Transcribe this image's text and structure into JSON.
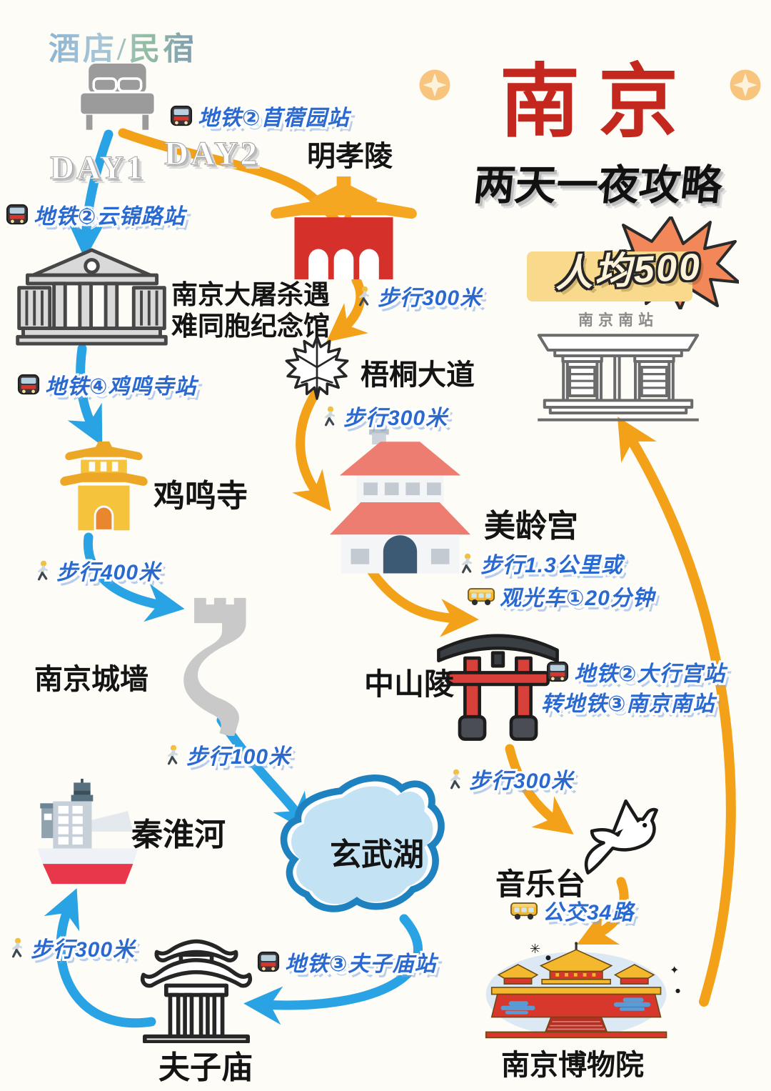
{
  "header": {
    "city": "南京",
    "subtitle": "两天一夜攻略",
    "budget_badge": "人均500"
  },
  "start": {
    "hotel_label": "酒店/民宿",
    "day1": "DAY1",
    "day2": "DAY2"
  },
  "spots": {
    "mingxiaoling": "明孝陵",
    "memorial_line1": "南京大屠杀遇",
    "memorial_line2": "难同胞纪念馆",
    "wutong": "梧桐大道",
    "jimingsi": "鸡鸣寺",
    "meilinggong": "美龄宫",
    "chengqiang": "南京城墙",
    "zhongshanling": "中山陵",
    "xuanwuhu": "玄武湖",
    "qinhuaihe": "秦淮河",
    "yinyuetai": "音乐台",
    "fuzimiao": "夫子庙",
    "bowuyuan": "南京博物院",
    "nanjing_south_station": "南京南站"
  },
  "transit": {
    "metro_muxuyuan": "地铁②苜蓿园站",
    "metro_yunjinlu": "地铁②云锦路站",
    "metro_jimingsi": "地铁④鸡鸣寺站",
    "walk300_mxl_wutong": "步行300米",
    "walk300_wutong_mlg": "步行300米",
    "walk400": "步行400米",
    "walk13km": "步行1.3公里或",
    "sightseeing_bus": "观光车①20分钟",
    "metro_daxinggong": "地铁②大行宫站",
    "metro_transfer": "转地铁③南京南站",
    "walk300_zsl_yyt": "步行300米",
    "walk100": "步行100米",
    "bus34": "公交34路",
    "metro_fuzimiao": "地铁③夫子庙站",
    "walk300_fzm_qhh": "步行300米"
  },
  "decor": {
    "sparkle_star": "✳",
    "sparkle_diamond": "✦",
    "sparkle_dot": "●"
  },
  "colors": {
    "route_blue": "#29a3e3",
    "route_orange": "#f2a118",
    "title_red": "#c3271d",
    "transit_blue": "#2a6ad0",
    "badge_yellow": "#f9d98c",
    "burst_orange": "#f2875a"
  }
}
